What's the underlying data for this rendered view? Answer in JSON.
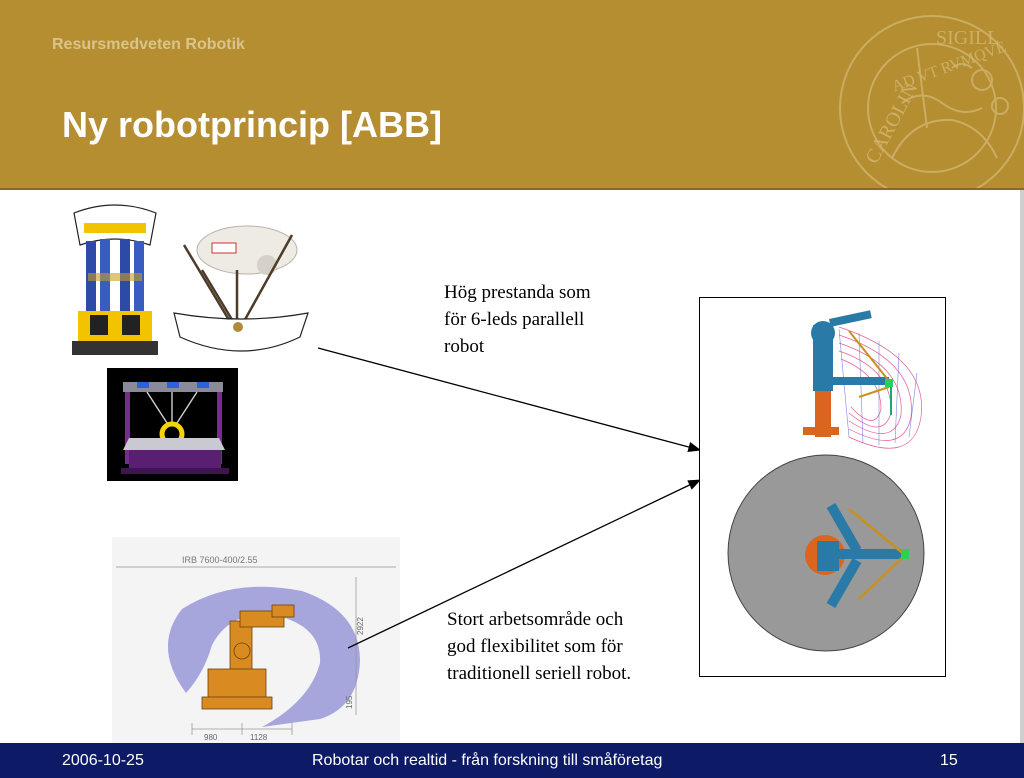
{
  "header": {
    "brand": "Resursmedveten Robotik",
    "title": "Ny robotprincip [ABB]",
    "seal_text_top": "SIGILL",
    "seal_text_left": "CAROLIN",
    "seal_text_right": "AD VT RVMQVE"
  },
  "captions": {
    "parallel": [
      "Hög prestanda som",
      "för 6-leds parallell",
      "robot"
    ],
    "serial": [
      "Stort arbetsområde och",
      "god flexibilitet som för",
      "traditionell seriell robot."
    ]
  },
  "diagram": {
    "model": "IRB 7600-400/2.55",
    "dim_height": "2922",
    "dim_base": "195",
    "dim_left": "980",
    "dim_right": "1128"
  },
  "footer": {
    "date": "2006-10-25",
    "center": "Robotar och realtid - från forskning till småföretag",
    "page": "15"
  },
  "colors": {
    "header": "#b58e32",
    "footer": "#0d1a66"
  }
}
